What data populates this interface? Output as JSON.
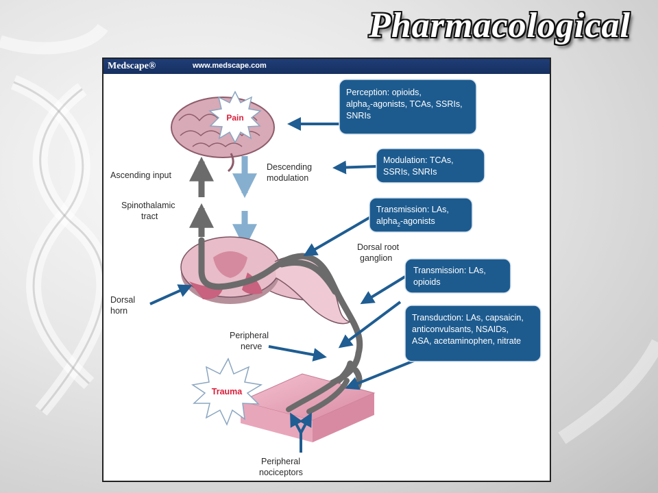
{
  "slide": {
    "title": "Pharmacological"
  },
  "figure": {
    "brand": "Medscape®",
    "url": "www.medscape.com",
    "bursts": {
      "pain": "Pain",
      "trauma": "Trauma"
    },
    "labels": {
      "ascending_input": "Ascending input",
      "spinothalamic_1": "Spinothalamic",
      "spinothalamic_2": "tract",
      "descending_1": "Descending",
      "descending_2": "modulation",
      "dorsal_root_1": "Dorsal root",
      "dorsal_root_2": "ganglion",
      "dorsal_horn_1": "Dorsal",
      "dorsal_horn_2": "horn",
      "peripheral_nerve_1": "Peripheral",
      "peripheral_nerve_2": "nerve",
      "nociceptors_1": "Peripheral",
      "nociceptors_2": "nociceptors"
    },
    "callouts": {
      "perception": {
        "l1": "Perception: opioids,",
        "l2_pre": "alpha",
        "l2_sub": "2",
        "l2_post": "-agonists, TCAs, SSRIs,",
        "l3": "SNRIs"
      },
      "modulation": {
        "l1": "Modulation: TCAs,",
        "l2": "SSRIs, SNRIs"
      },
      "transmission_1": {
        "l1": "Transmission: LAs,",
        "l2_pre": "alpha",
        "l2_sub": "2",
        "l2_post": "-agonists"
      },
      "transmission_2": {
        "l1": "Transmission: LAs,",
        "l2": "opioids"
      },
      "transduction": {
        "l1": "Transduction: LAs, capsaicin,",
        "l2": "anticonvulsants, NSAIDs,",
        "l3": "ASA, acetaminophen, nitrate"
      }
    },
    "colors": {
      "callout_fill": "#1d5b8f",
      "arrow_blue": "#1f5d92",
      "pathway_gray": "#6b6b6b",
      "descending_light_blue": "#86afcf",
      "tissue_pink": "#e3a0b5",
      "burst_red": "#d81f3a",
      "brand_bar": "#1f3d78"
    }
  }
}
